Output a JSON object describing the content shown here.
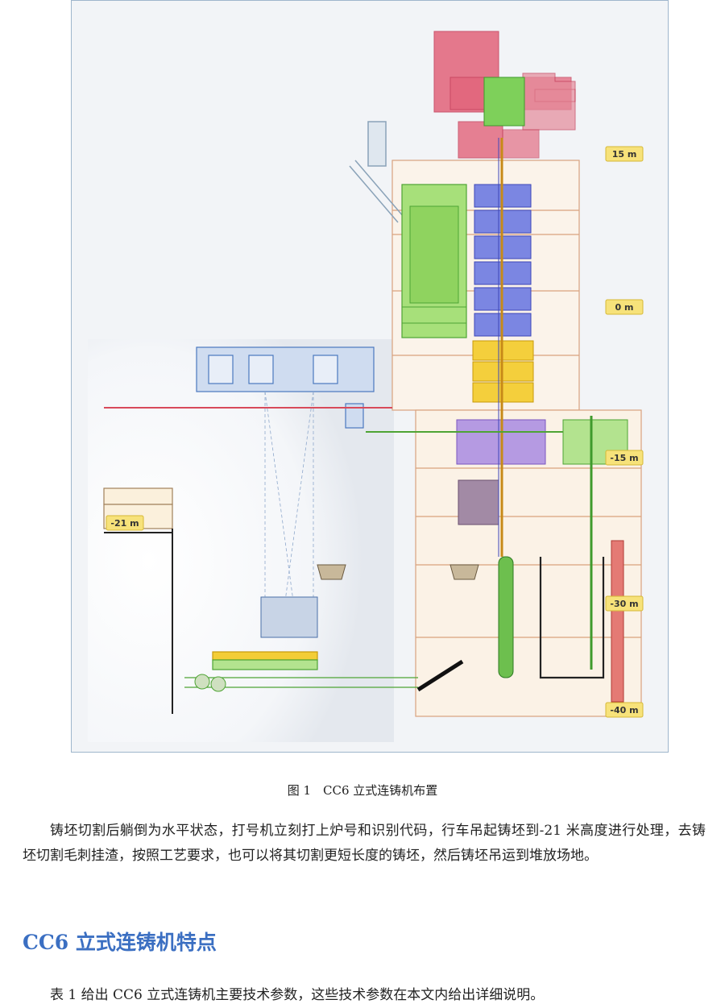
{
  "figure": {
    "level_labels": [
      "15 m",
      "0 m",
      "-15 m",
      "-21 m",
      "-30 m",
      "-40 m"
    ],
    "colors": {
      "red_frame": "#d8485a",
      "green": "#7cc94a",
      "blue": "#5a68d8",
      "yellow": "#f0c728",
      "purple": "#a585d6",
      "light_blue": "#6f9bd6",
      "structure": "#d9b9a0",
      "label_bg": "#f7e27a"
    }
  },
  "caption": "图 1　CC6 立式连铸机布置",
  "paragraph1": "铸坯切割后躺倒为水平状态，打号机立刻打上炉号和识别代码，行车吊起铸坯到-21 米高度进行处理，去铸坯切割毛刺挂渣，按照工艺要求，也可以将其切割更短长度的铸坯，然后铸坯吊运到堆放场地。",
  "section_title": "CC6 立式连铸机特点",
  "paragraph2": "表 1 给出 CC6 立式连铸机主要技术参数，这些技术参数在本文内给出详细说明。"
}
